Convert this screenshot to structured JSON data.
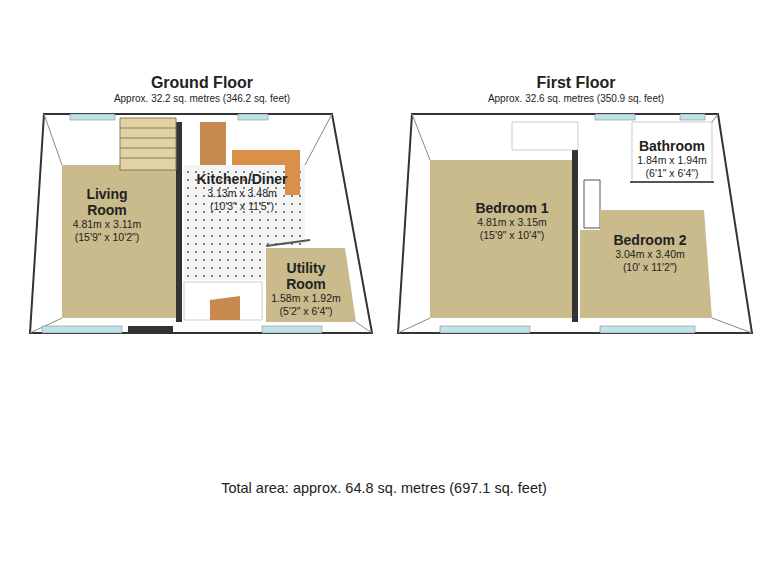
{
  "diagram": {
    "caption": "Total area: approx. 64.8 sq. metres (697.1 sq. feet)",
    "nodes": [
      {
        "text": [
          "Ground Floor",
          "Approx. 32.2 sq. metres (346.2 sq. feet)"
        ]
      },
      {
        "text": [
          "Living Room",
          "4.81m x 3.11m",
          "(15'9\" x 10'2\")"
        ],
        "in": 0
      },
      {
        "text": [
          "Kitchen/Diner",
          "3.13m x 3.48m",
          "(10'3\" x 11'5\")"
        ],
        "in": 0
      },
      {
        "text": [
          "Utility Room",
          "1.58m x 1.92m",
          "(5'2\" x 6'4\")"
        ],
        "in": 0
      },
      {
        "text": [
          "First Floor",
          "Approx. 32.6 sq. metres (350.9 sq. feet)"
        ]
      },
      {
        "text": [
          "Bedroom 1",
          "4.81m x 3.15m",
          "(15'9\" x 10'4\")"
        ],
        "in": 4
      },
      {
        "text": [
          "Bathroom",
          "1.84m x 1.94m",
          "(6'1\" x 6'4\")"
        ],
        "in": 4
      },
      {
        "text": [
          "Bedroom 2",
          "3.04m x 3.40m",
          "(10' x 11'2\")"
        ],
        "in": 4
      }
    ]
  }
}
